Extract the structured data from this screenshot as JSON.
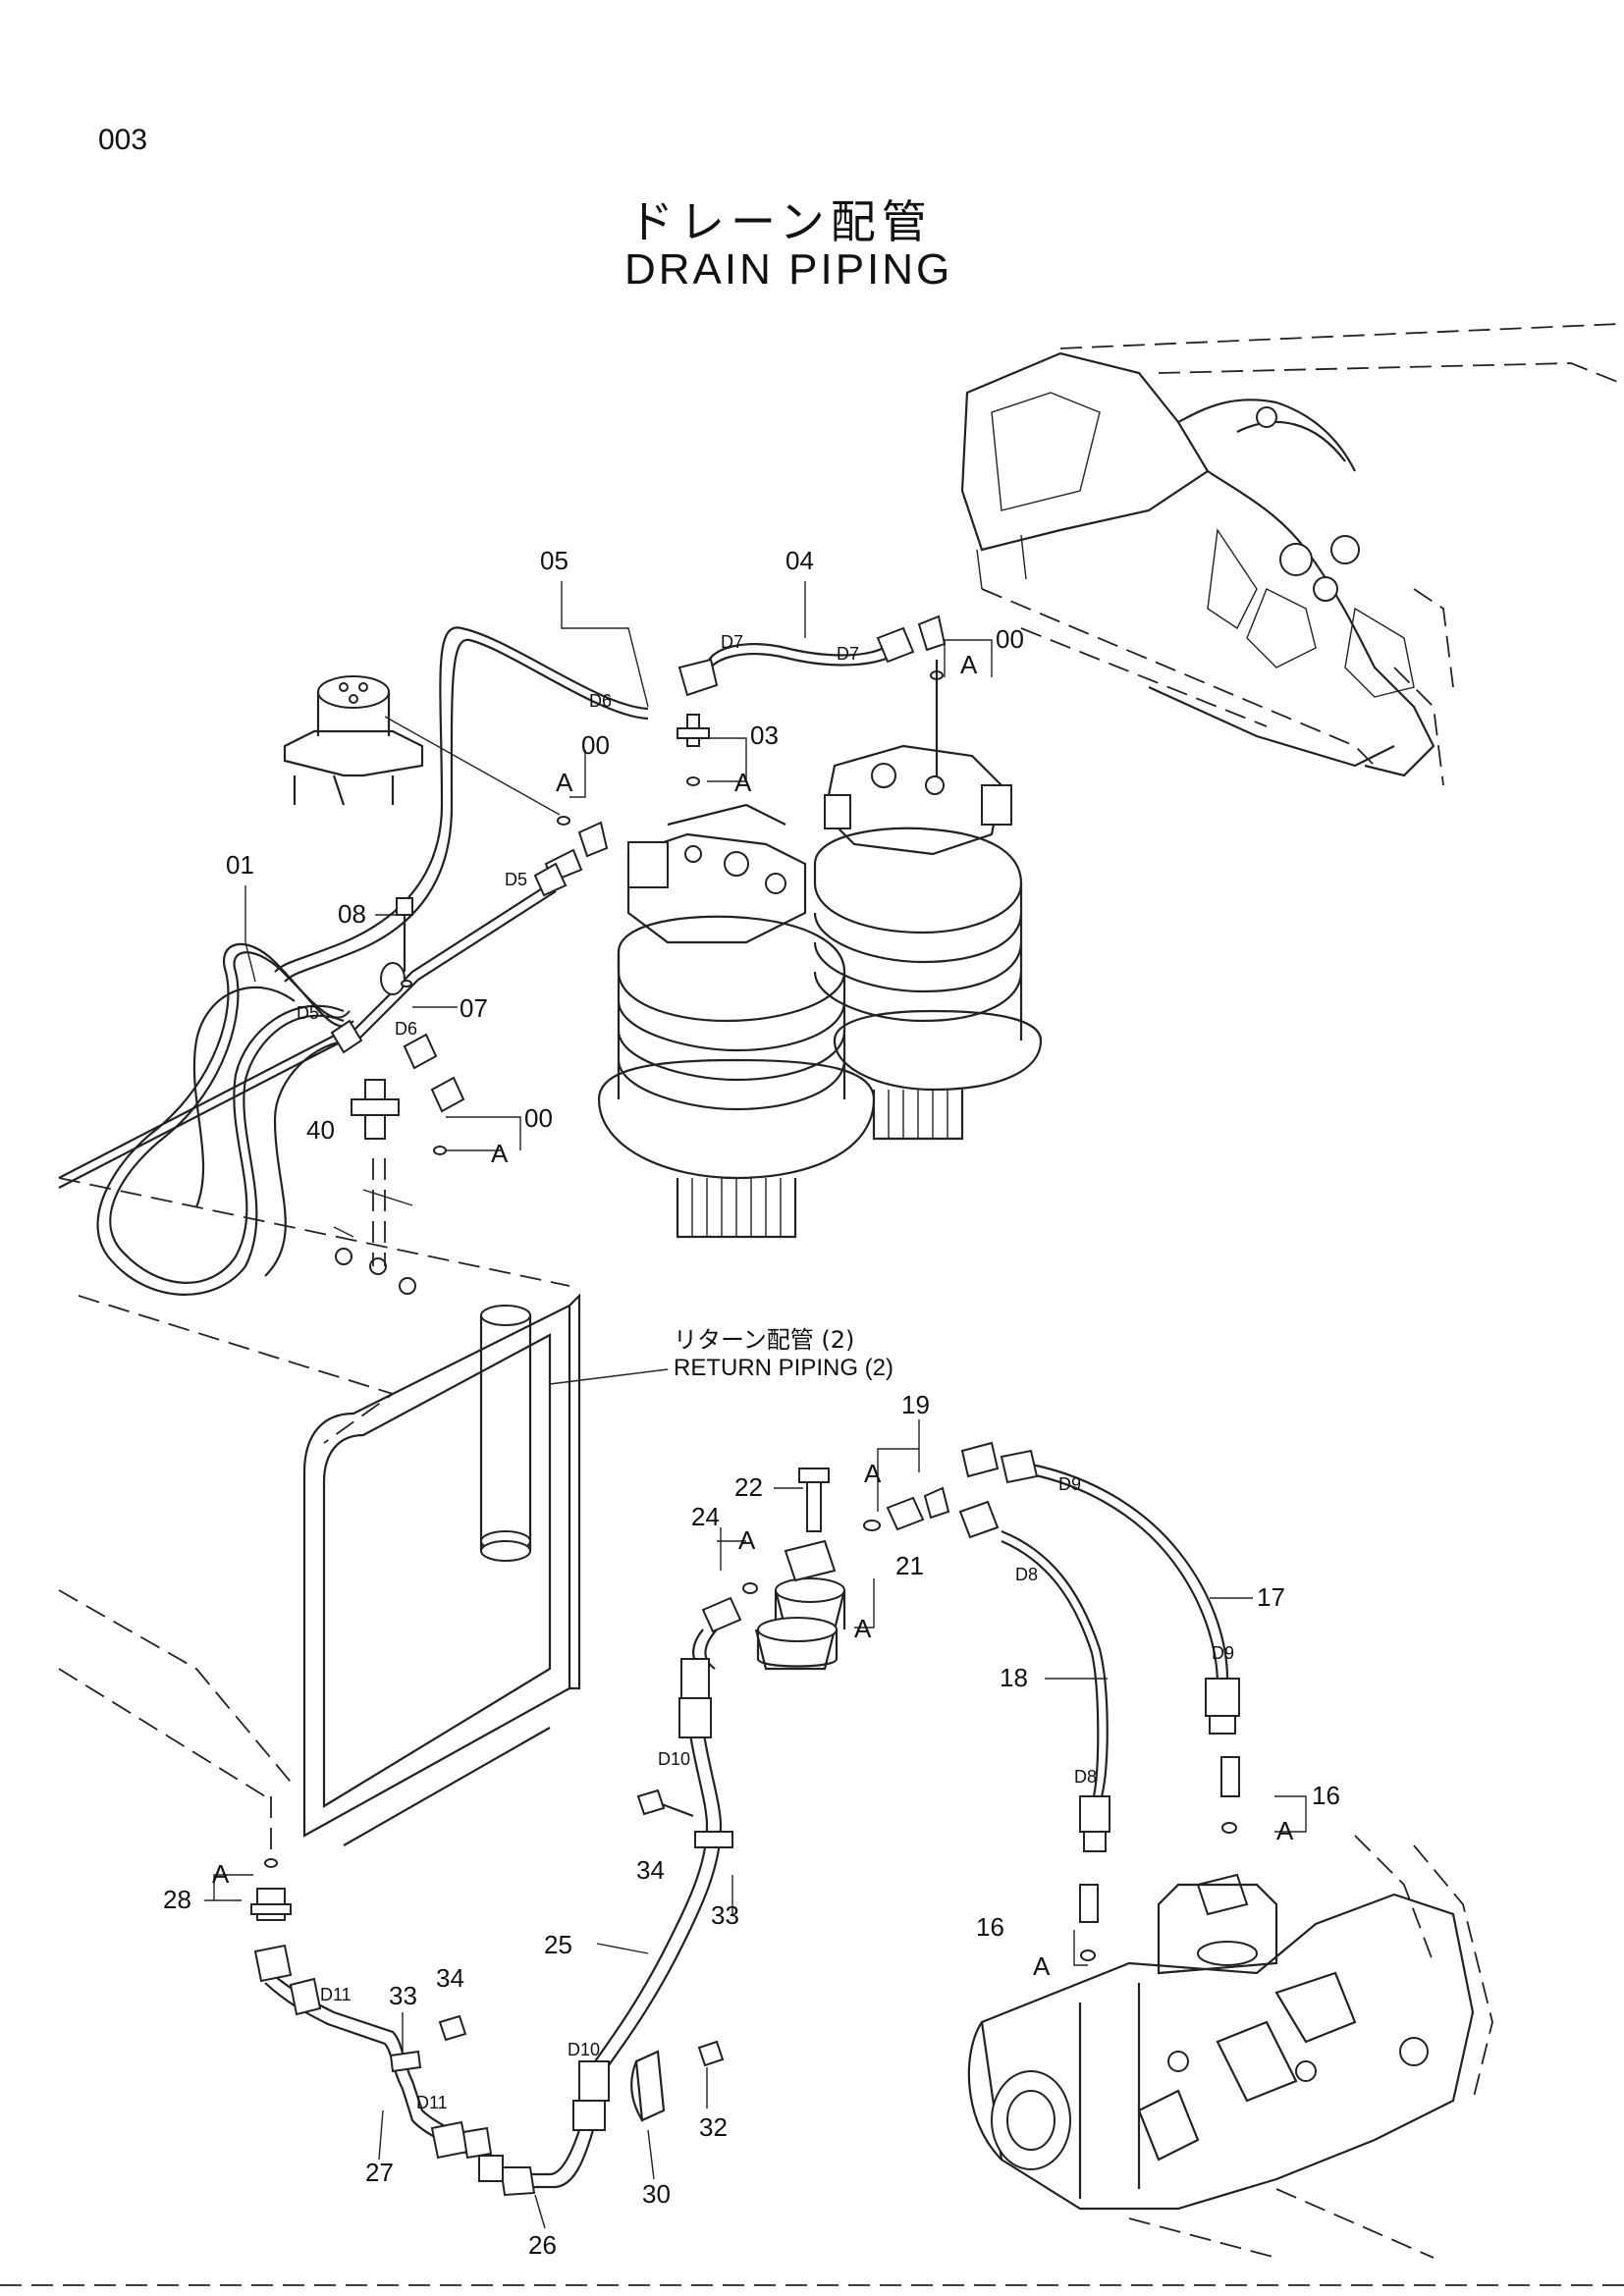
{
  "header": {
    "page_number": "003",
    "title_jp": "ドレーン配管",
    "title_en": "DRAIN   PIPING"
  },
  "reference": {
    "label_jp": "リターン配管 (2)",
    "label_en": "RETURN  PIPING (2)"
  },
  "part_numbers": [
    "05",
    "04",
    "00",
    "03",
    "00",
    "01",
    "08",
    "07",
    "40",
    "00",
    "19",
    "22",
    "24",
    "21",
    "17",
    "18",
    "16",
    "34",
    "28",
    "25",
    "33",
    "34",
    "33",
    "27",
    "26",
    "30",
    "32",
    "16"
  ],
  "hose_labels": [
    "D7",
    "D7",
    "D6",
    "D5",
    "D5",
    "D6",
    "D9",
    "D8",
    "D9",
    "D8",
    "D10",
    "D10",
    "D11",
    "D11"
  ],
  "section_marker": "A"
}
